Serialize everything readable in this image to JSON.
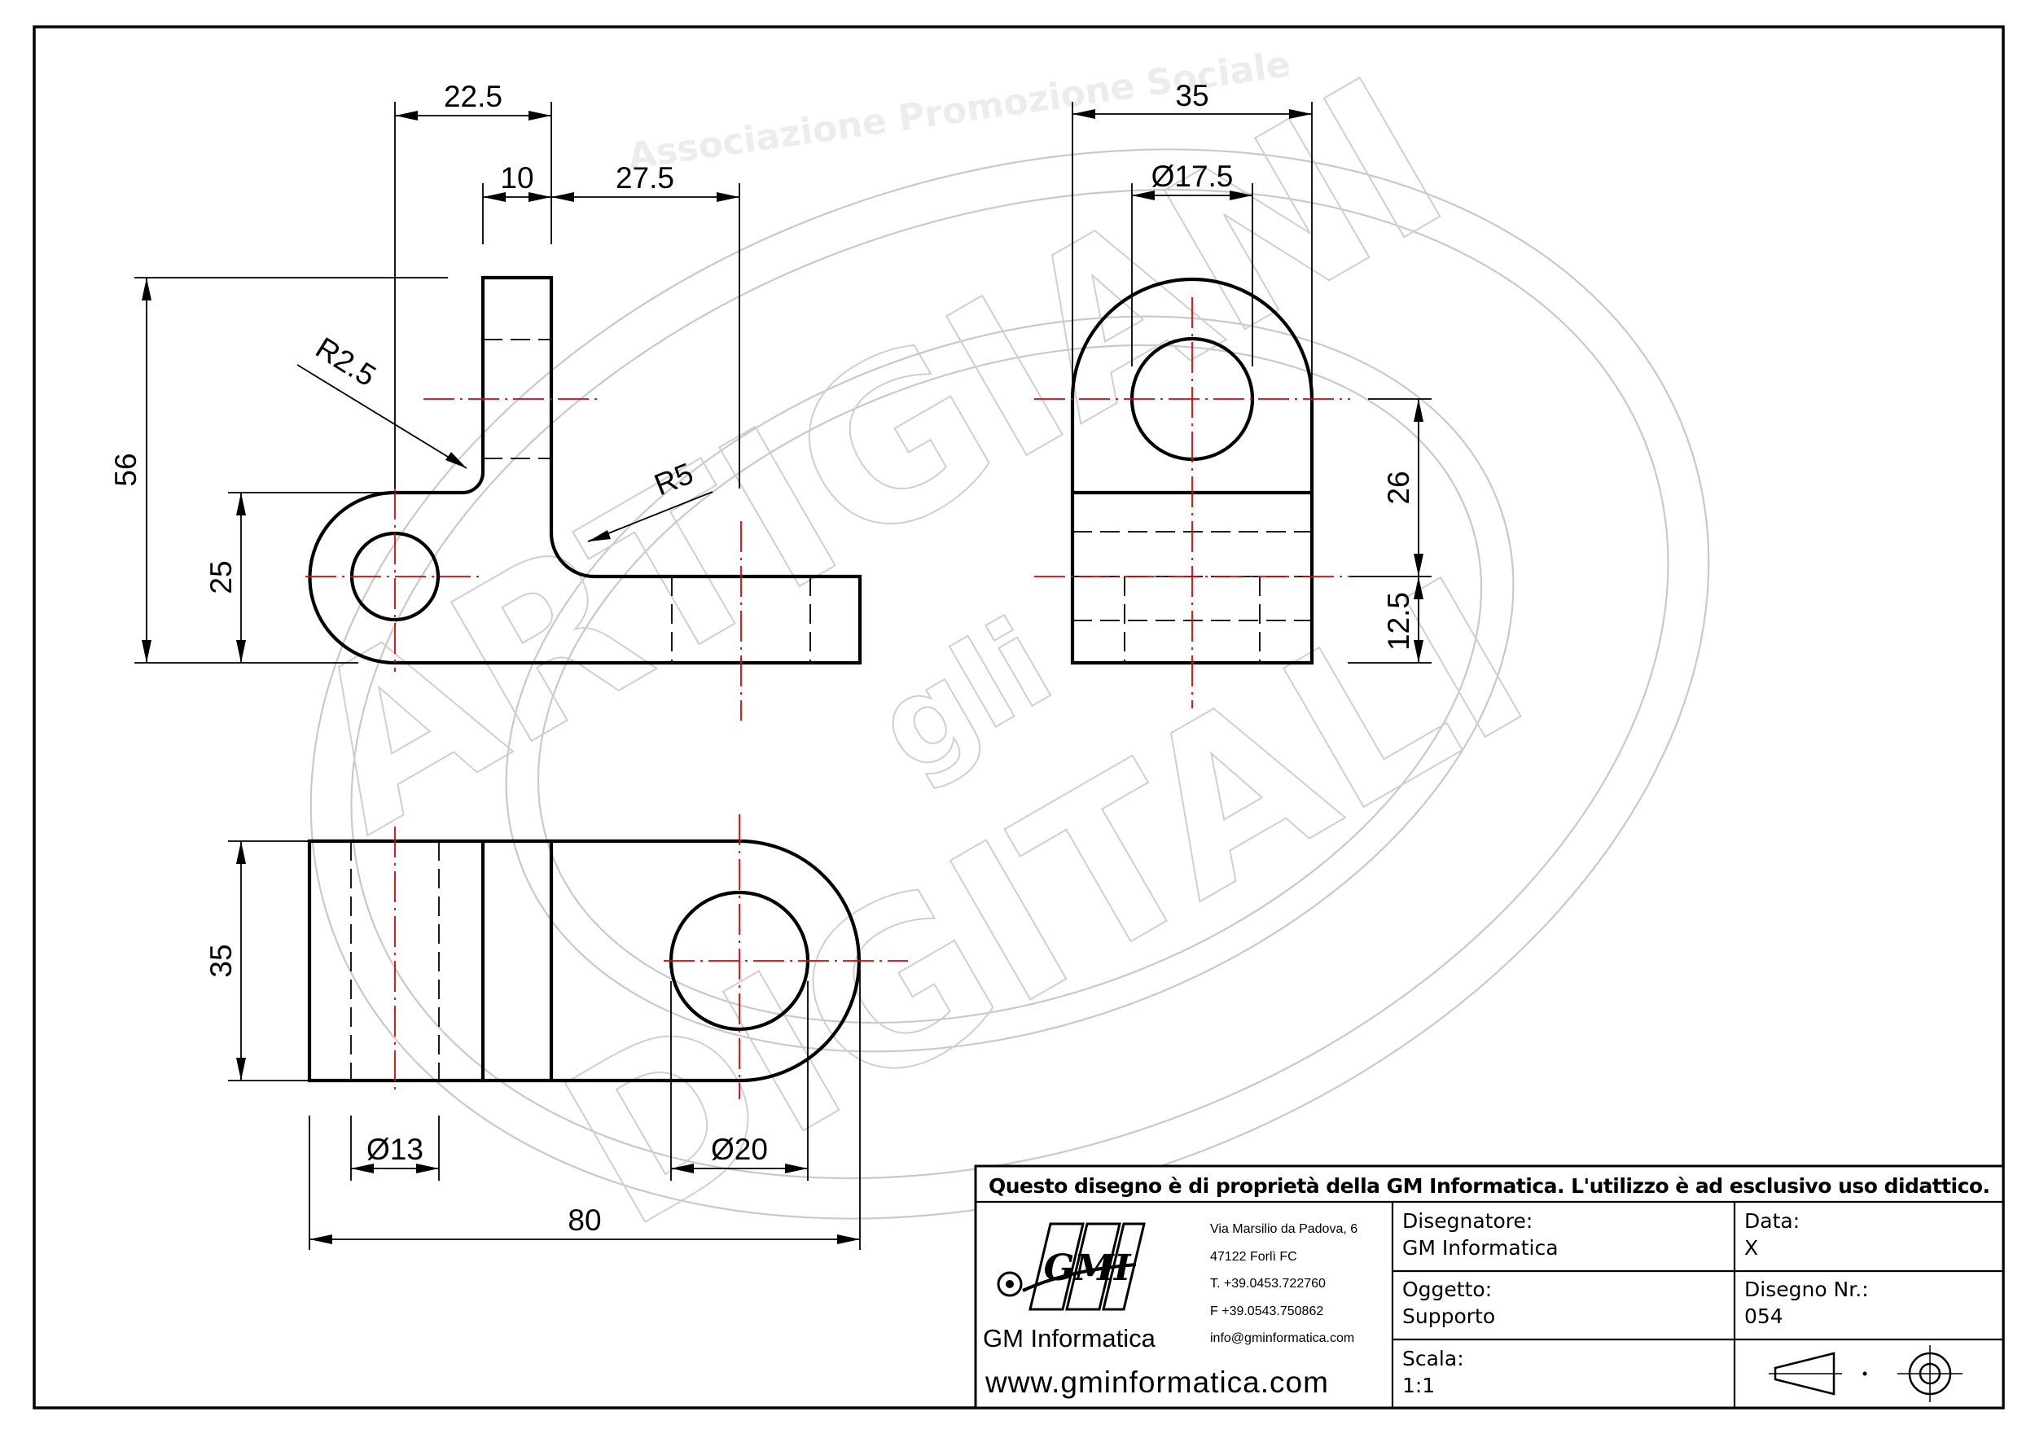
{
  "watermark": {
    "arc_text": "Associazione Promozione Sociale",
    "word_top": "ARTIGIANI",
    "word_mid": "gli",
    "word_bottom": "DIGITALI"
  },
  "dimensions": {
    "d22_5": "22.5",
    "d10": "10",
    "d27_5": "27.5",
    "d56": "56",
    "d25": "25",
    "r2_5": "R2.5",
    "r5": "R5",
    "d35_side": "35",
    "dia17_5": "Ø17.5",
    "d26": "26",
    "d12_5": "12.5",
    "d35_top": "35",
    "dia13": "Ø13",
    "dia20": "Ø20",
    "d80": "80"
  },
  "title_block": {
    "notice": "Questo disegno è di proprietà della GM Informatica. L'utilizzo è ad esclusivo uso didattico.",
    "logo_text": "GMI",
    "company": "GM Informatica",
    "address": {
      "street": "Via Marsilio da Padova, 6",
      "city": "47122  Forlì  FC",
      "phone": "T. +39.0453.722760",
      "fax": "F +39.0543.750862",
      "email": "info@gminformatica.com"
    },
    "website": "www.gminformatica.com",
    "drafter_label": "Disegnatore:",
    "drafter_value": "GM  Informatica",
    "object_label": "Oggetto:",
    "object_value": "Supporto",
    "scale_label": "Scala:",
    "scale_value": "1:1",
    "date_label": "Data:",
    "date_value": "X",
    "drawing_no_label": "Disegno  Nr.:",
    "drawing_no_value": "054"
  }
}
